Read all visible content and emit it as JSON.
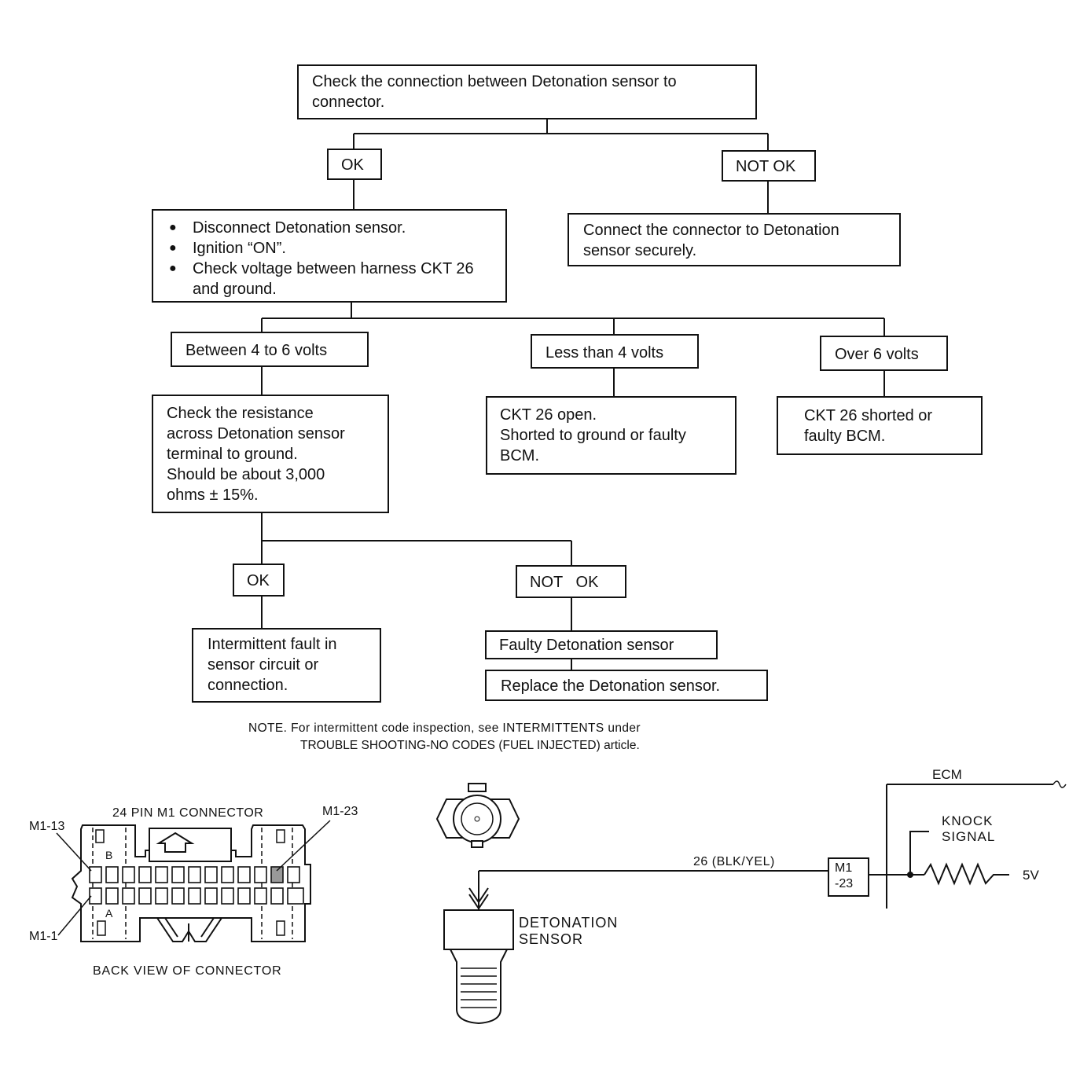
{
  "flowchart": {
    "start": "Check the connection between Detonation sensor to\nconnector.",
    "ok_1": "OK",
    "not_ok_1": "NOT OK",
    "connect_step": "Connect the connector to Detonation\nsensor securely.",
    "voltage_steps": [
      "Disconnect Detonation sensor.",
      "Ignition “ON”.",
      "Check voltage between harness CKT 26 and ground."
    ],
    "between_4_6": "Between 4 to 6 volts",
    "less_than_4": "Less than 4 volts",
    "over_6": "Over 6 volts",
    "resistance_step": "Check the resistance\nacross Detonation sensor\nterminal to ground.\nShould be about 3,000\nohms ± 15%.",
    "ckt_open": "CKT 26 open.\nShorted to ground or faulty\nBCM.",
    "ckt_shorted": "CKT 26 shorted or\nfaulty BCM.",
    "ok_2": "OK",
    "not_ok_2": "NOT   OK",
    "intermittent": "Intermittent fault in\nsensor circuit or\nconnection.",
    "faulty_sensor": "Faulty Detonation sensor",
    "replace_sensor": "Replace the Detonation sensor."
  },
  "note": {
    "line1": "NOTE. For intermittent code inspection, see INTERMITTENTS under",
    "line2": "TROUBLE SHOOTING-NO CODES (FUEL INJECTED) article."
  },
  "connector": {
    "title": "24 PIN M1 CONNECTOR",
    "pin_m1_13": "M1-13",
    "pin_m1_23": "M1-23",
    "pin_m1_1": "M1-1",
    "row_b": "B",
    "row_a": "A",
    "caption": "BACK VIEW OF CONNECTOR"
  },
  "schematic": {
    "ecm": "ECM",
    "knock_signal": "KNOCK\nSIGNAL",
    "voltage": "5V",
    "wire": "26 (BLK/YEL)",
    "terminal": "M1\n-23",
    "sensor": "DETONATION\nSENSOR"
  }
}
